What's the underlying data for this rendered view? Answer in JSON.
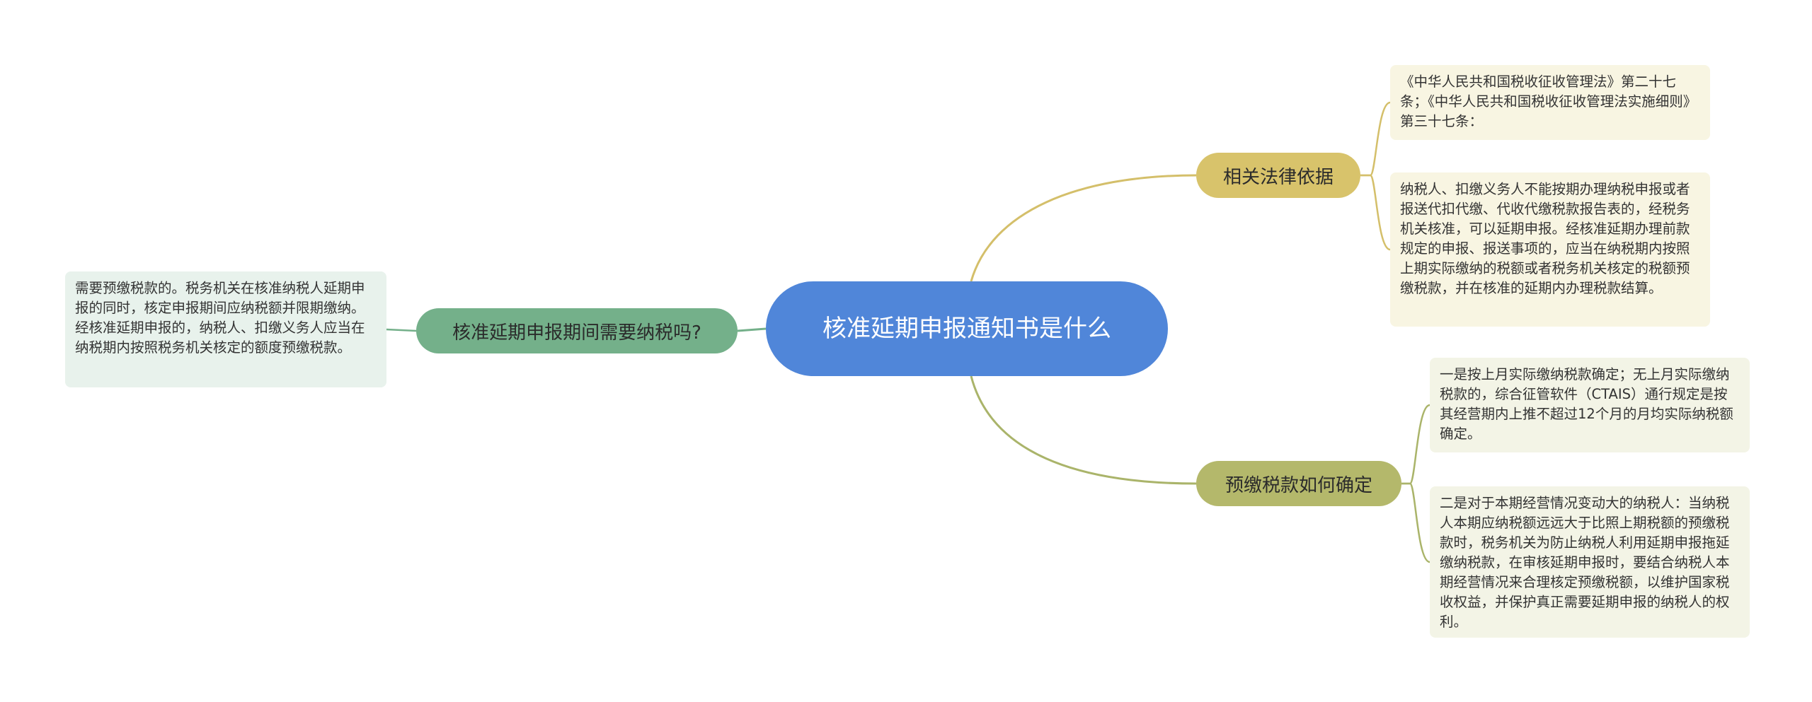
{
  "central": {
    "title": "核准延期申报通知书是什么"
  },
  "branches": {
    "law": {
      "label": "相关法律依据",
      "color": "#d8c36b",
      "leaves": [
        "《中华人民共和国税收征收管理法》第二十七条；《中华人民共和国税收征收管理法实施细则》第三十七条：",
        "纳税人、扣缴义务人不能按期办理纳税申报或者报送代扣代缴、代收代缴税款报告表的，经税务机关核准，可以延期申报。经核准延期办理前款规定的申报、报送事项的，应当在纳税期内按照上期实际缴纳的税额或者税务机关核定的税额预缴税款，并在核准的延期内办理税款结算。"
      ]
    },
    "prepay": {
      "label": "预缴税款如何确定",
      "color": "#b4b86b",
      "leaves": [
        "一是按上月实际缴纳税款确定；无上月实际缴纳税款的，综合征管软件（CTAIS）通行规定是按其经营期内上推不超过12个月的月均实际纳税额确定。",
        "二是对于本期经营情况变动大的纳税人：当纳税人本期应纳税额远远大于比照上期税额的预缴税款时，税务机关为防止纳税人利用延期申报拖延缴纳税款，在审核延期申报时，要结合纳税人本期经营情况来合理核定预缴税额，以维护国家税收权益，并保护真正需要延期申报的纳税人的权利。"
      ]
    },
    "tax": {
      "label": "核准延期申报期间需要纳税吗?",
      "color": "#74b08a",
      "leaves": [
        "需要预缴税款的。税务机关在核准纳税人延期申报的同时，核定申报期间应纳税额并限期缴纳。经核准延期申报的，纳税人、扣缴义务人应当在纳税期内按照税务机关核定的额度预缴税款。"
      ]
    }
  },
  "colors": {
    "central": "#5086d9",
    "link_law": "#d4bf6a",
    "link_prepay": "#aab46a",
    "link_tax": "#74b08a"
  }
}
